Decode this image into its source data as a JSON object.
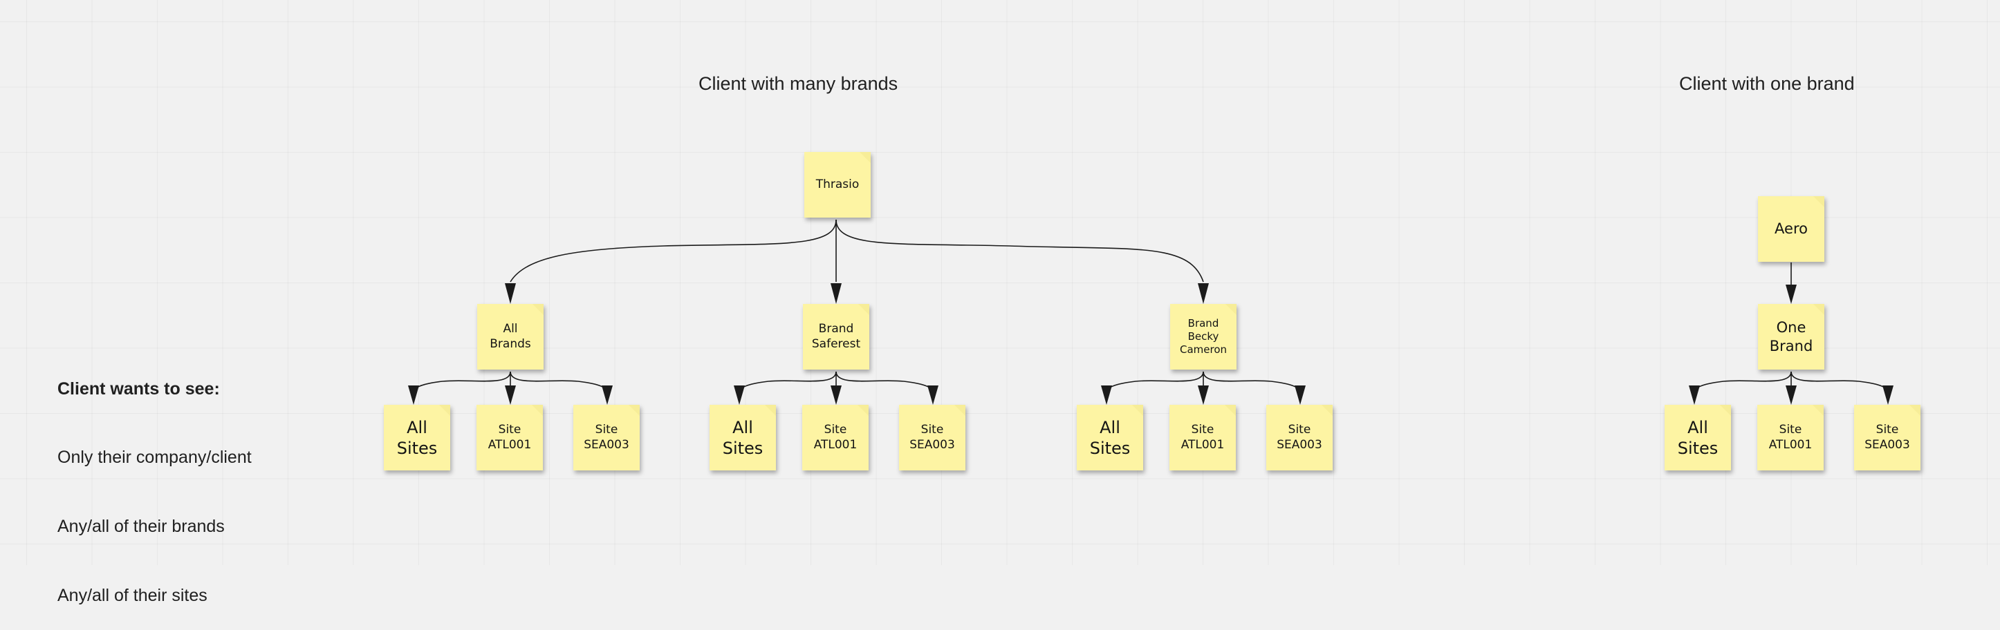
{
  "board": {
    "background_color": "#f1f1f1",
    "grid_color": "#e4e4e4",
    "note_color": "#fdf4a3",
    "edge_color": "#1b1b1b"
  },
  "headings": {
    "many_brands": "Client with many brands",
    "one_brand": "Client with one brand"
  },
  "memo": {
    "title": "Client wants to see:",
    "line1": "Only their company/client",
    "line2": "Any/all of their brands",
    "line3": "Any/all of their sites"
  },
  "clusters": {
    "many_brands": {
      "root": {
        "label": "Thrasio"
      },
      "branches": [
        {
          "parent": {
            "label": "All\nBrands"
          },
          "children": [
            {
              "label": "All\nSites"
            },
            {
              "label": "Site\nATL001"
            },
            {
              "label": "Site\nSEA003"
            }
          ]
        },
        {
          "parent": {
            "label": "Brand\nSaferest"
          },
          "children": [
            {
              "label": "All\nSites"
            },
            {
              "label": "Site\nATL001"
            },
            {
              "label": "Site\nSEA003"
            }
          ]
        },
        {
          "parent": {
            "label": "Brand\nBecky\nCameron"
          },
          "children": [
            {
              "label": "All\nSites"
            },
            {
              "label": "Site\nATL001"
            },
            {
              "label": "Site\nSEA003"
            }
          ]
        }
      ]
    },
    "one_brand": {
      "root": {
        "label": "Aero"
      },
      "branches": [
        {
          "parent": {
            "label": "One\nBrand"
          },
          "children": [
            {
              "label": "All\nSites"
            },
            {
              "label": "Site\nATL001"
            },
            {
              "label": "Site\nSEA003"
            }
          ]
        }
      ]
    }
  }
}
